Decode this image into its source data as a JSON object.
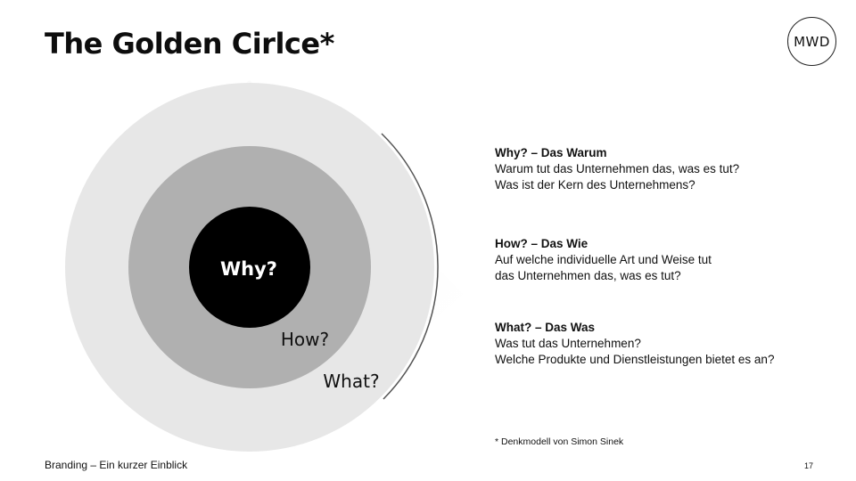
{
  "slide": {
    "title": "The Golden Cirlce*",
    "logo_text": "MWD",
    "footer_left": "Branding – Ein kurzer Einblick",
    "page_number": "17",
    "footnote": "* Denkmodell von Simon Sinek"
  },
  "diagram": {
    "inner_label": "Why?",
    "middle_label": "How?",
    "outer_label": "What?",
    "colors": {
      "inner": "#000000",
      "middle": "#b0b0b0",
      "outer": "#e7e7e7",
      "shadow": "#f3f3f3"
    }
  },
  "blocks": [
    {
      "heading": "Why? – Das Warum",
      "lines": [
        "Warum tut das Unternehmen das, was es tut?",
        "Was ist der Kern des Unternehmens?"
      ]
    },
    {
      "heading": "How? – Das Wie",
      "lines": [
        "Auf welche individuelle Art und Weise tut",
        "das Unternehmen das, was es tut?"
      ]
    },
    {
      "heading": "What? – Das Was",
      "lines": [
        "Was tut das Unternehmen?",
        "Welche Produkte und Dienstleistungen bietet es an?"
      ]
    }
  ]
}
